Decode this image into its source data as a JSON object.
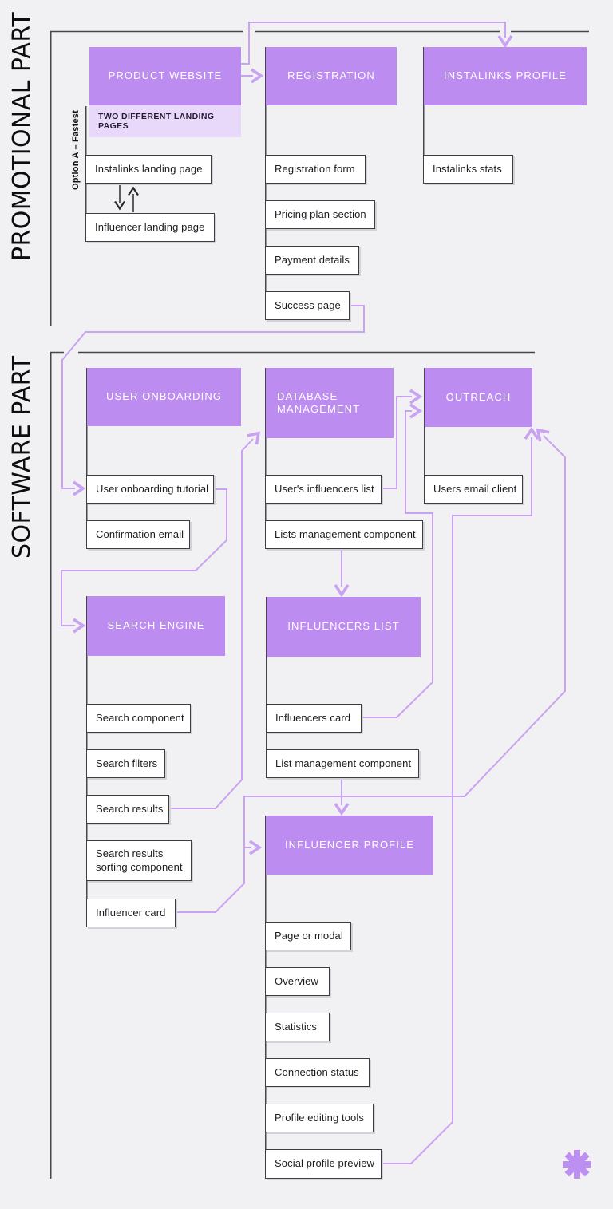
{
  "labels": {
    "promotional_section": "PROMOTIONAL PART",
    "software_section": "SOFTWARE PART",
    "option_note": "Option A – Fastest",
    "landing_banner": "TWO DIFFERENT LANDING PAGES"
  },
  "headers": {
    "product_website": "PRODUCT WEBSITE",
    "registration": "REGISTRATION",
    "instalinks_profile": "INSTALINKS PROFILE",
    "user_onboarding": "USER ONBOARDING",
    "database_management": "DATABASE MANAGEMENT",
    "outreach": "OUTREACH",
    "search_engine": "SEARCH ENGINE",
    "influencers_list": "INFLUENCERS LIST",
    "influencer_profile": "INFLUENCER PROFILE"
  },
  "nodes": {
    "instalinks_landing_page": "Instalinks landing page",
    "influencer_landing_page": "Influencer landing page",
    "registration_form": "Registration form",
    "pricing_plan_section": "Pricing plan section",
    "payment_details": "Payment details",
    "success_page": "Success page",
    "instalinks_stats": "Instalinks stats",
    "user_onboarding_tutorial": "User onboarding tutorial",
    "confirmation_email": "Confirmation email",
    "users_influencers_list": "User's influencers list",
    "lists_management_component": "Lists management component",
    "users_email_client": "Users email client",
    "search_component": "Search component",
    "search_filters": "Search filters",
    "search_results": "Search results",
    "search_results_sorting_component": "Search results sorting component",
    "influencer_card_search": "Influencer card",
    "influencers_card": "Influencers card",
    "list_management_component": "List management component",
    "page_or_modal": "Page or modal",
    "overview": "Overview",
    "statistics": "Statistics",
    "connection_status": "Connection status",
    "profile_editing_tools": "Profile editing tools",
    "social_profile_preview": "Social profile preview"
  },
  "colors": {
    "background": "#f1f1f3",
    "accent_purple": "#bd8cf1",
    "light_purple_band": "#e8d8fa",
    "connector_purple": "#c9a2f2",
    "structure_line_dark": "#46464c",
    "node_background": "#ffffff",
    "asterisk_purple": "#bd8ff2"
  }
}
